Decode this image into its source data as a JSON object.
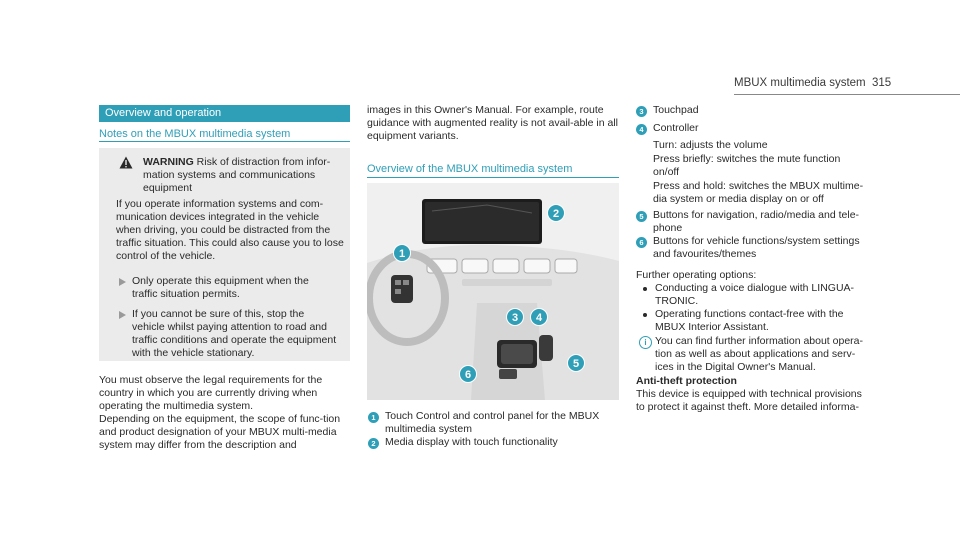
{
  "header": {
    "running_title": "MBUX multimedia system",
    "page_number": "315"
  },
  "section": {
    "title": "Overview and operation"
  },
  "notes": {
    "heading": "Notes on the MBUX multimedia system",
    "warning_title": "WARNING",
    "warning_lead": "Risk of distraction from infor-",
    "warning_lead_rest": "mation systems and communications equipment",
    "warning_body": "If you operate information systems and com-munication devices integrated in the vehicle when driving, you could be distracted from the traffic situation. This could also cause you to lose control of the vehicle.",
    "bullets": [
      "Only operate this equipment when the traffic situation permits.",
      "If you cannot be sure of this, stop the vehicle whilst paying attention to road and traffic conditions and operate the equipment with the vehicle stationary."
    ],
    "paragraph_1": "You must observe the legal requirements for the country in which you are currently driving when operating the multimedia system.",
    "paragraph_2": "Depending on the equipment, the scope of func-tion and product designation of your MBUX multi-media system may differ from the description and"
  },
  "middle": {
    "continuation": "images in this Owner's Manual. For example, route guidance with augmented reality is not avail-able in all equipment variants.",
    "overview_heading": "Overview of the MBUX multimedia system",
    "callouts": [
      "1",
      "2",
      "3",
      "4",
      "5",
      "6"
    ],
    "legend": [
      {
        "num": "1",
        "text": "Touch Control and control panel for the MBUX multimedia system"
      },
      {
        "num": "2",
        "text": "Media display with touch functionality"
      }
    ]
  },
  "right": {
    "legend": [
      {
        "num": "3",
        "text": "Touchpad"
      },
      {
        "num": "4",
        "text": "Controller"
      }
    ],
    "controller_lines": [
      "Turn: adjusts the volume",
      "Press briefly: switches the mute function on/off",
      "Press and hold: switches the MBUX multime-dia system or media display on or off"
    ],
    "legend_more": [
      {
        "num": "5",
        "text": "Buttons for navigation, radio/media and tele-phone"
      },
      {
        "num": "6",
        "text": "Buttons for vehicle functions/system settings and favourites/themes"
      }
    ],
    "further_intro": "Further operating options:",
    "further_items": [
      "Conducting a voice dialogue with LINGUA-TRONIC.",
      "Operating functions contact-free with the MBUX Interior Assistant."
    ],
    "info_text": "You can find further information about opera-tion as well as about applications and serv-ices in the Digital Owner's Manual.",
    "antitheft_heading": "Anti-theft protection",
    "antitheft_text": "This device is equipped with technical provisions to protect it against theft. More detailed informa-"
  },
  "icons": {
    "warning": "warning-triangle-icon",
    "info": "info-icon",
    "bullet": "arrow-bullet-icon"
  },
  "colors": {
    "accent": "#2f9fb8",
    "warning_box": "#ebebeb"
  }
}
